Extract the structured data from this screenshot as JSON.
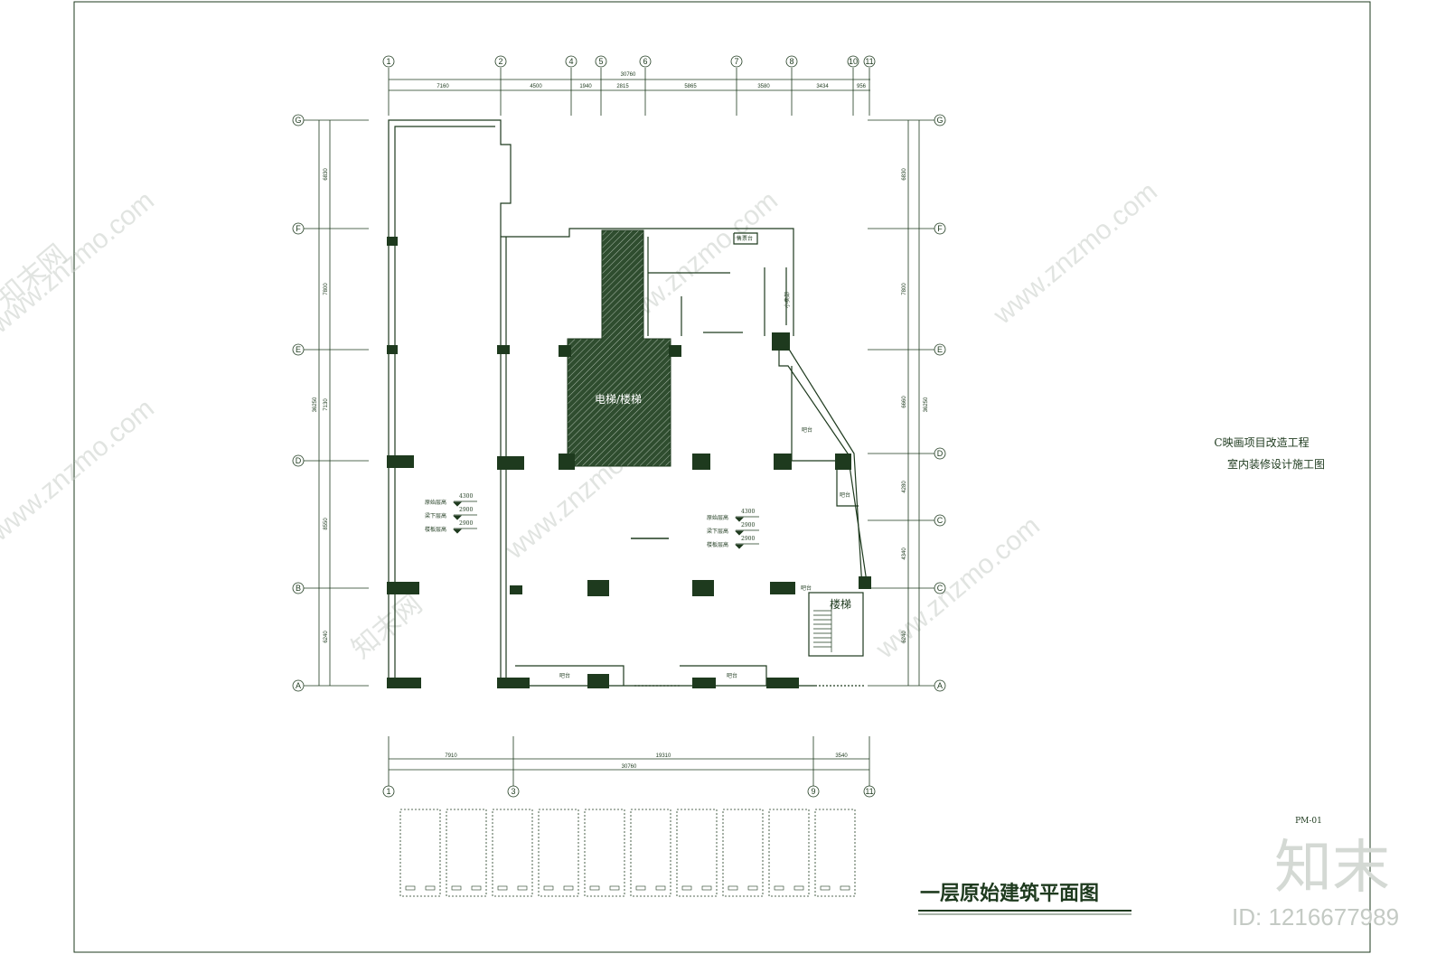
{
  "colors": {
    "ink": "#1e3a1e",
    "fill": "#1e3a1e",
    "paper": "#ffffff",
    "watermark": "#c9cfc9"
  },
  "top_axes": [
    "1",
    "2",
    "4",
    "5",
    "6",
    "7",
    "8",
    "10",
    "11"
  ],
  "top_total": "30760",
  "top_segments": [
    "7160",
    "4500",
    "1940",
    "2815",
    "5865",
    "3580",
    "3434",
    "956"
  ],
  "left_axes": [
    "G",
    "F",
    "E",
    "D",
    "B",
    "A"
  ],
  "left_dims": [
    "6830",
    "7800",
    "7130",
    "8550",
    "6240"
  ],
  "left_total": "36250",
  "right_axes": [
    "G",
    "F",
    "E",
    "D",
    "C",
    "C",
    "A"
  ],
  "right_dims": [
    "6830",
    "7800",
    "6660",
    "4280",
    "4340",
    "6240"
  ],
  "right_total": "36250",
  "bottom_axes": [
    "1",
    "3",
    "9",
    "11"
  ],
  "bottom_segments": [
    "7910",
    "19310",
    "3540"
  ],
  "bottom_total": "30760",
  "rooms": {
    "elevator_stair": "电梯/楼梯",
    "stair": "楼梯",
    "counter": "吧台",
    "counter2": "吧台",
    "counter3": "吧台",
    "counter4": "吧台",
    "counter5": "吧台",
    "counter6": "售票台",
    "counter7": "小卖部"
  },
  "levels_left": [
    {
      "label": "原始层高",
      "value": "4300"
    },
    {
      "label": "梁下层高",
      "value": "2900"
    },
    {
      "label": "楼板层高",
      "value": "2900"
    }
  ],
  "levels_right": [
    {
      "label": "原始层高",
      "value": "4300"
    },
    {
      "label": "梁下层高",
      "value": "2900"
    },
    {
      "label": "楼板层高",
      "value": "2900"
    }
  ],
  "project": {
    "line1": "C映画项目改造工程",
    "line2": "室内装修设计施工图"
  },
  "drawing_no": "PM-01",
  "drawing_title": "一层原始建筑平面图",
  "watermark": {
    "url": "www.znzmo.com",
    "brand": "知末网",
    "logo": "知末",
    "id": "ID: 1216677989"
  }
}
